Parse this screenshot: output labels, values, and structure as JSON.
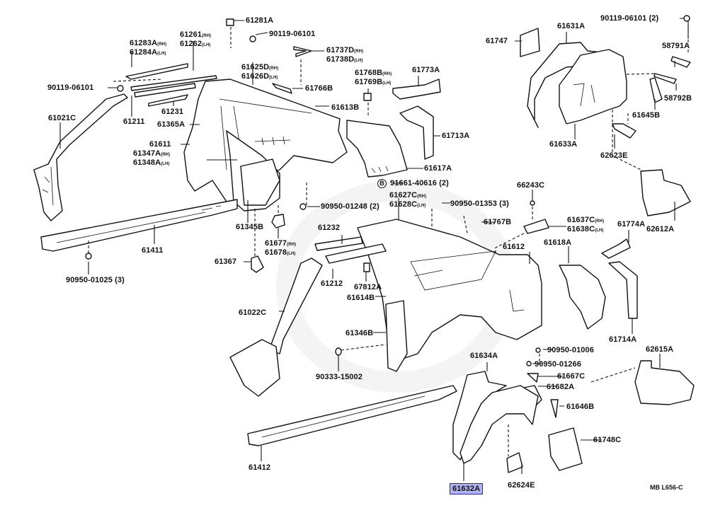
{
  "diagram": {
    "title": "Body side panel parts diagram",
    "drawing_code": "MB L656-C",
    "highlight_color": "#b3b3f0",
    "highlighted_part": "61632A",
    "labels": {
      "p61281A": "61281A",
      "p90119_top": "90119-06101",
      "p61261": "61261",
      "p61262": "61262",
      "p61283A": "61283A",
      "p61284A": "61284A",
      "p61737D": "61737D",
      "p61738D": "61738D",
      "p61625D": "61625D",
      "p61626D": "61626D",
      "p90119_left": "90119-06101",
      "p61766B": "61766B",
      "p61231": "61231",
      "p61613B": "61613B",
      "p61021C": "61021C",
      "p61211": "61211",
      "p61365A": "61365A",
      "p61611": "61611",
      "p61347A": "61347A",
      "p61348A": "61348A",
      "p61768B": "61768B",
      "p61769B": "61769B",
      "p61773A": "61773A",
      "p61713A": "61713A",
      "p61617A": "61617A",
      "p91661": "91661-40616 (2)",
      "p61627C": "61627C",
      "p61628C": "61628C",
      "p90950_01353": "90950-01353 (3)",
      "p90950_01248": "90950-01248 (2)",
      "p61767B": "61767B",
      "p61345B": "61345B",
      "p61411": "61411",
      "p61677": "61677",
      "p61678": "61678",
      "p61232": "61232",
      "p61367": "61367",
      "p90950_01025": "90950-01025 (3)",
      "p61212": "61212",
      "p67812A": "67812A",
      "p61614B": "61614B",
      "p61022C": "61022C",
      "p61346B": "61346B",
      "p90333": "90333-15002",
      "p61412": "61412",
      "p61747": "61747",
      "p61631A": "61631A",
      "p90119_right": "90119-06101 (2)",
      "p58791A": "58791A",
      "p58792B": "58792B",
      "p61645B": "61645B",
      "p61633A": "61633A",
      "p62623E": "62623E",
      "p66243C": "66243C",
      "p61637C": "61637C",
      "p61638C": "61638C",
      "p61612": "61612",
      "p61618A": "61618A",
      "p61774A": "61774A",
      "p62612A": "62612A",
      "p61714A": "61714A",
      "p90950_01006": "90950-01006",
      "p90950_01266": "90950-01266",
      "p61634A": "61634A",
      "p61667C": "61667C",
      "p61682A": "61682A",
      "p61646B": "61646B",
      "p62615A": "62615A",
      "p61748C": "61748C",
      "p62624E": "62624E",
      "p61632A": "61632A"
    },
    "side_marks": {
      "rh": "(RH)",
      "lh": "(LH)"
    },
    "bolt_marker": "B"
  }
}
